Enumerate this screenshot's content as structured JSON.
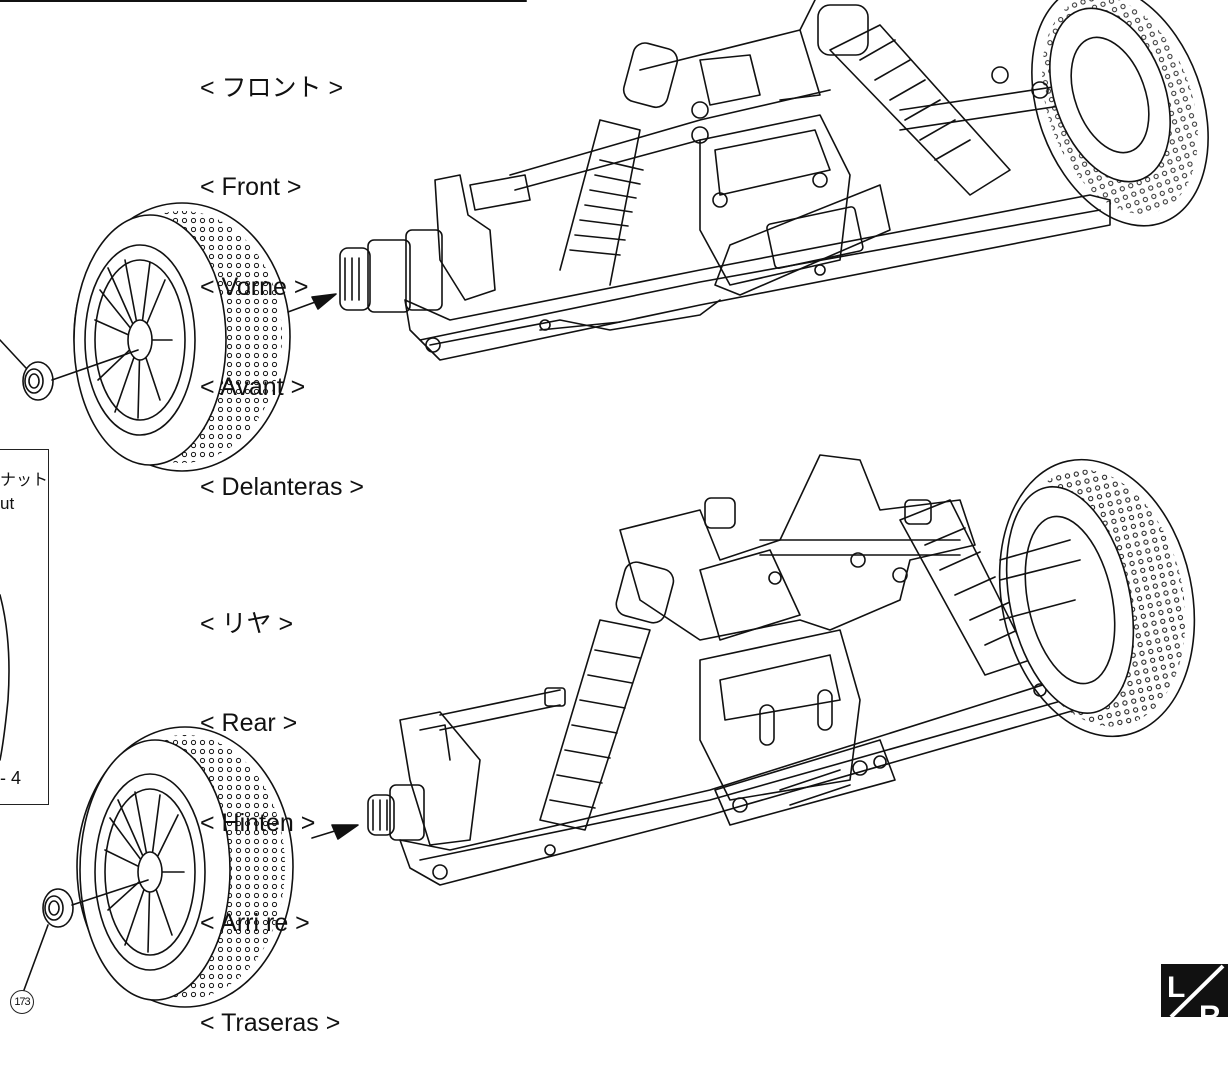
{
  "front_labels": {
    "japanese": "< フロント >",
    "english": "< Front >",
    "german": "< Vorne >",
    "french": "< Avant >",
    "spanish": "< Delanteras >"
  },
  "rear_labels": {
    "japanese": "< リヤ >",
    "english": "< Rear >",
    "german": "< Hinten >",
    "french": "< Arri re >",
    "spanish": "< Traseras >"
  },
  "callout": {
    "japanese_fragment": "ナット",
    "english_fragment": "ut",
    "quantity": "- 4"
  },
  "part_number": "173",
  "lr_mark": {
    "left": "L",
    "right": "R"
  },
  "colors": {
    "line": "#111111",
    "background": "#ffffff"
  }
}
